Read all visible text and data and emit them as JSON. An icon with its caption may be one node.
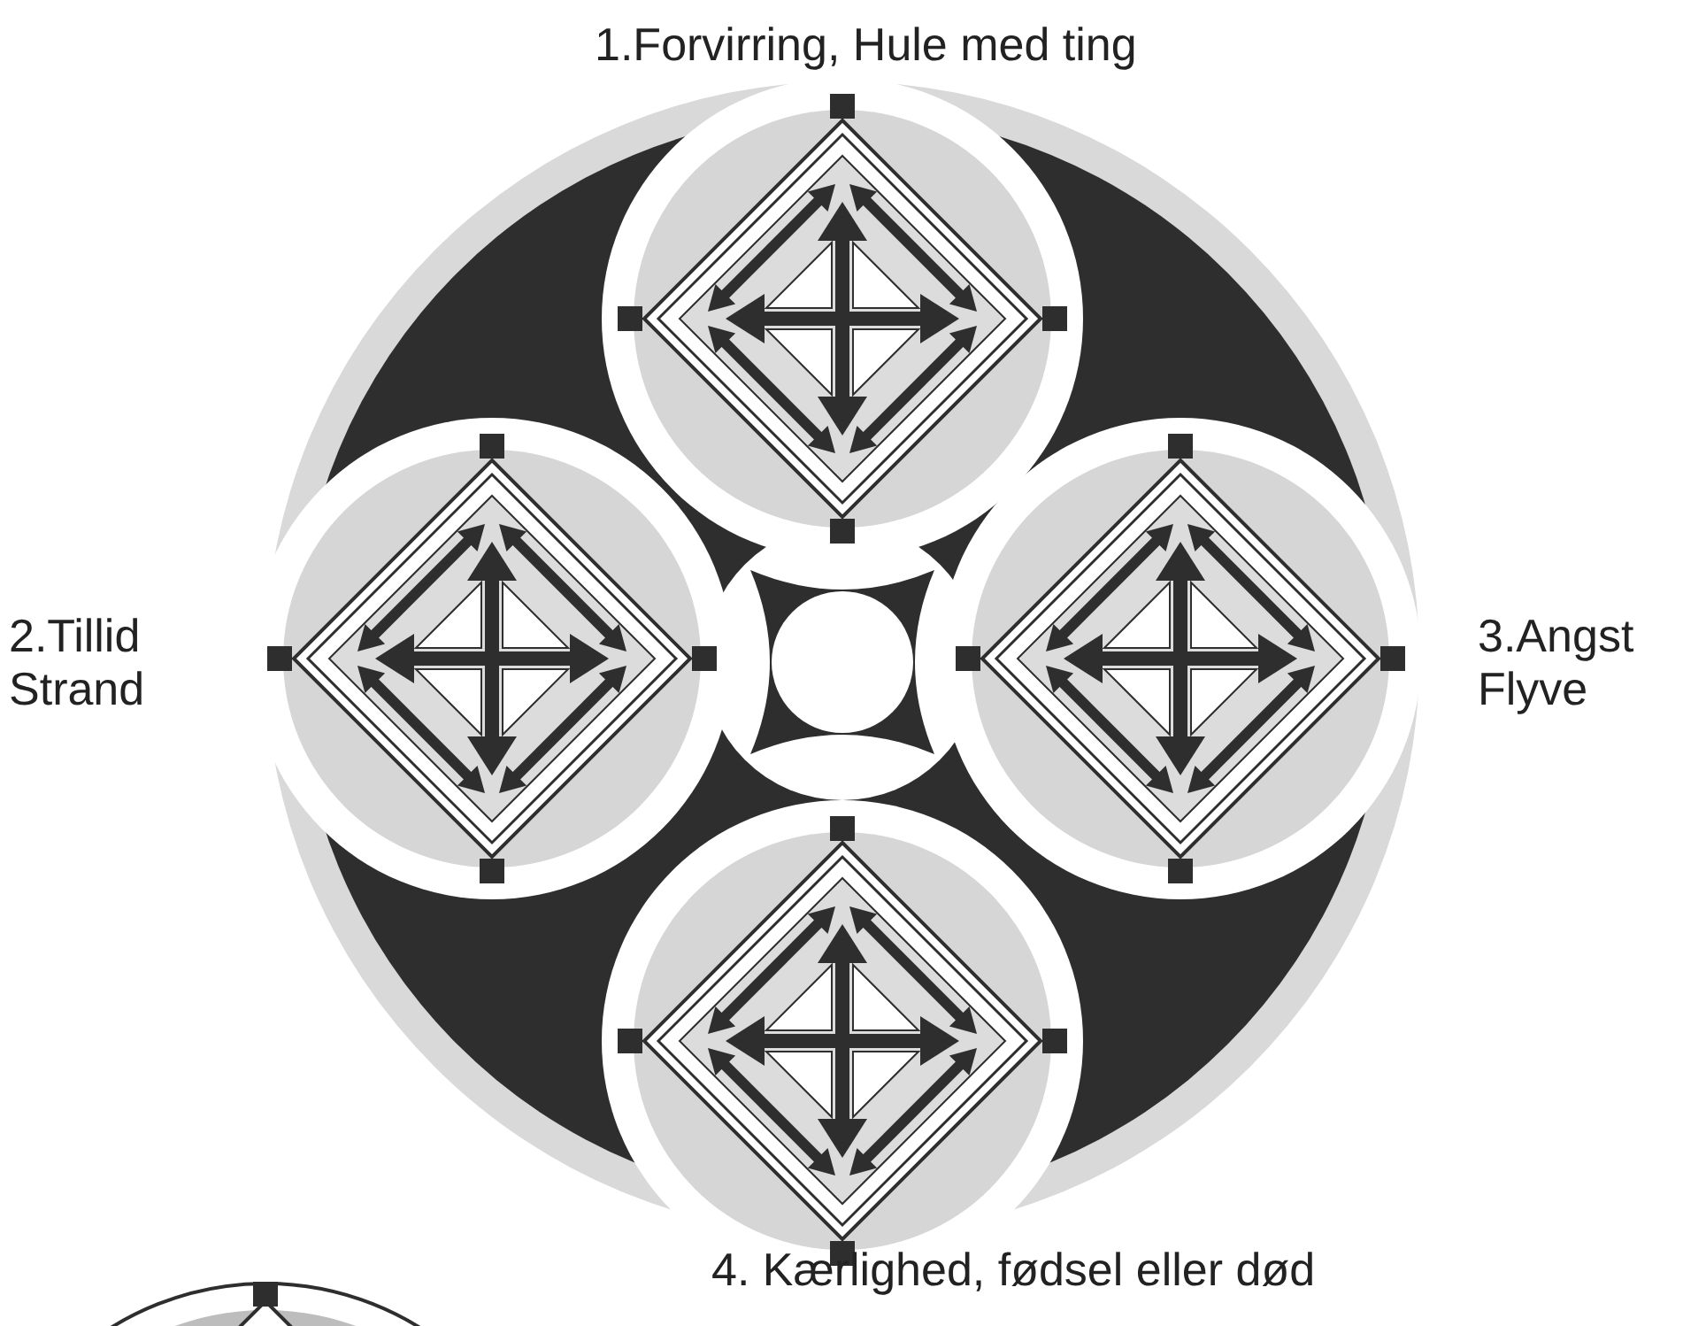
{
  "diagram": {
    "nodes": [
      {
        "text": [
          "1.Forvirring, Hule med ting"
        ]
      },
      {
        "text": [
          "2.Tillid",
          "Strand"
        ]
      },
      {
        "text": [
          "3.Angst",
          "Flyve"
        ]
      },
      {
        "text": [
          "4. Kærlighed, fødsel eller død"
        ]
      }
    ]
  }
}
